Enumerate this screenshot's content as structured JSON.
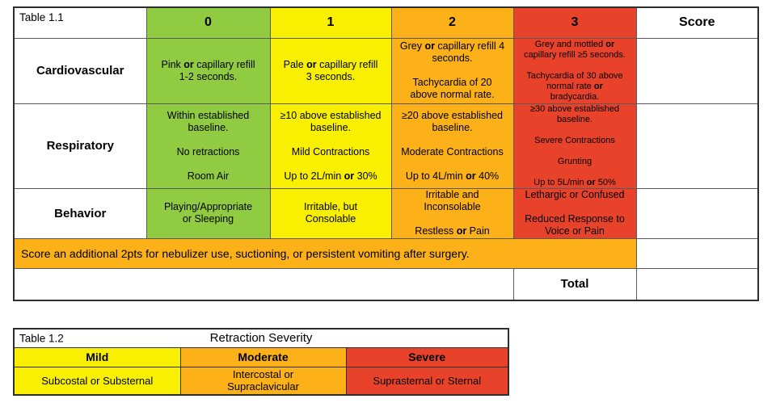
{
  "colors": {
    "green": "#90cb41",
    "yellow": "#f8f000",
    "orange": "#fbb117",
    "red": "#e8432a"
  },
  "table1": {
    "label": "Table 1.1",
    "score_header": "Score",
    "columns": [
      "0",
      "1",
      "2",
      "3"
    ],
    "rows": [
      {
        "label": "Cardiovascular",
        "cells": [
          [
            [
              "Pink ",
              {
                "b": "or"
              },
              " capillary refill"
            ],
            "1-2 seconds."
          ],
          [
            [
              "Pale ",
              {
                "b": "or"
              },
              " capillary refill"
            ],
            "3 seconds."
          ],
          [
            [
              "Grey ",
              {
                "b": "or"
              },
              " capillary refill 4"
            ],
            "seconds.",
            "",
            "Tachycardia of 20",
            "above normal rate."
          ],
          [
            [
              "Grey and mottled ",
              {
                "b": "or"
              }
            ],
            "capillary refill ≥5 seconds.",
            "",
            "Tachycardia of 30 above",
            [
              "normal rate ",
              {
                "b": "or"
              }
            ],
            "bradycardia."
          ]
        ]
      },
      {
        "label": "Respiratory",
        "cells": [
          [
            "Within established",
            "baseline.",
            "",
            "No retractions",
            "",
            "Room Air"
          ],
          [
            "≥10 above established",
            "baseline.",
            "",
            "Mild Contractions",
            "",
            [
              "Up to 2L/min ",
              {
                "b": "or"
              },
              " 30%"
            ]
          ],
          [
            "≥20 above established",
            "baseline.",
            "",
            "Moderate Contractions",
            "",
            [
              "Up to 4L/min ",
              {
                "b": "or"
              },
              " 40%"
            ]
          ],
          [
            "≥30 above established",
            "baseline.",
            "",
            "Severe Contractions",
            "",
            "Grunting",
            "",
            [
              "Up to 5L/min ",
              {
                "b": "or"
              },
              " 50%"
            ]
          ]
        ]
      },
      {
        "label": "Behavior",
        "cells": [
          [
            "Playing/Appropriate",
            "or Sleeping"
          ],
          [
            "Irritable, but",
            "Consolable"
          ],
          [
            "Irritable and",
            "Inconsolable",
            "",
            [
              "Restless ",
              {
                "b": "or"
              },
              " Pain"
            ]
          ],
          [
            "Lethargic or Confused",
            "",
            "Reduced Response to",
            "Voice or Pain"
          ]
        ]
      }
    ],
    "note": "Score an additional 2pts for nebulizer use, suctioning, or persistent vomiting after surgery.",
    "total_label": "Total"
  },
  "table2": {
    "label": "Table 1.2",
    "title": "Retraction Severity",
    "columns": [
      {
        "header": "Mild",
        "lines": [
          "Subcostal or Substernal"
        ]
      },
      {
        "header": "Moderate",
        "lines": [
          "Intercostal or",
          "Supraclavicular"
        ]
      },
      {
        "header": "Severe",
        "lines": [
          "Suprasternal or Sternal"
        ]
      }
    ]
  }
}
